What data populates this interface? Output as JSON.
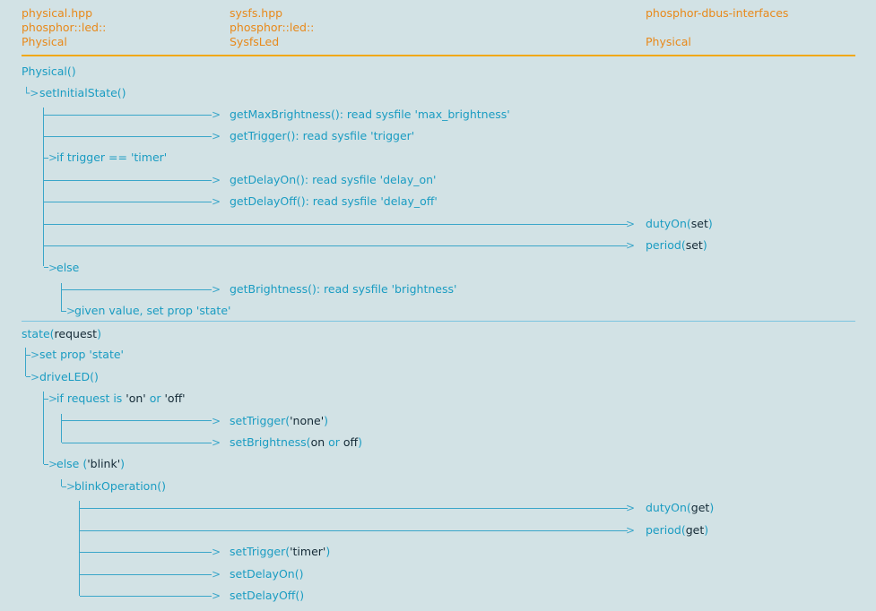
{
  "columns": {
    "physical_hpp": {
      "file": "physical.hpp",
      "namespace": "phosphor::led::",
      "class": "Physical"
    },
    "sysfs_hpp": {
      "file": "sysfs.hpp",
      "namespace": "phosphor::led::",
      "class": "SysfsLed"
    },
    "dbus": {
      "file": "phosphor-dbus-interfaces",
      "class": "Physical"
    }
  },
  "init": {
    "constructor": "Physical()",
    "set_initial_state": "setInitialState()",
    "get_max_brightness": "getMaxBrightness(): read sysfile 'max_brightness'",
    "get_trigger": "getTrigger(): read sysfile 'trigger'",
    "if_trigger": "if trigger == 'timer'",
    "get_delay_on": "getDelayOn(): read sysfile 'delay_on'",
    "get_delay_off": "getDelayOff(): read sysfile 'delay_off'",
    "duty_on": "dutyOn(",
    "period": "period(",
    "set_word": "set",
    "close_paren": ")",
    "else": "else",
    "get_brightness": "getBrightness(): read sysfile 'brightness'",
    "given_value": "given value, set prop 'state'"
  },
  "state": {
    "fn": "state(",
    "request": "request",
    "close_paren": ")",
    "set_prop": "set prop 'state'",
    "drive_led": "driveLED()",
    "if_request_is": "if request is ",
    "on_quoted": "'on'",
    "or": " or ",
    "off_quoted": "'off'",
    "set_trigger": "setTrigger(",
    "none_quoted": "'none'",
    "set_brightness": "setBrightness(",
    "on": "on",
    "off": "off",
    "else": "else (",
    "blink_quoted": "'blink'",
    "blink_op": "blinkOperation()",
    "duty_on": "dutyOn(",
    "period": "period(",
    "get_word": "get",
    "timer_quoted": "'timer'",
    "set_delay_on": "setDelayOn()",
    "set_delay_off": "setDelayOff()"
  },
  "glyphs": {
    "elbow": "└>",
    "branch": "├>",
    "tee": "├",
    "corner": "└",
    "pipe": "│",
    "arrow": ">"
  },
  "colors": {
    "background": "#d2e2e5",
    "header": "#e8891a",
    "rule_orange": "#f0a818",
    "rule_blue": "#7cc4e0",
    "text": "#1a9cc2",
    "dark_text": "#142a36"
  }
}
